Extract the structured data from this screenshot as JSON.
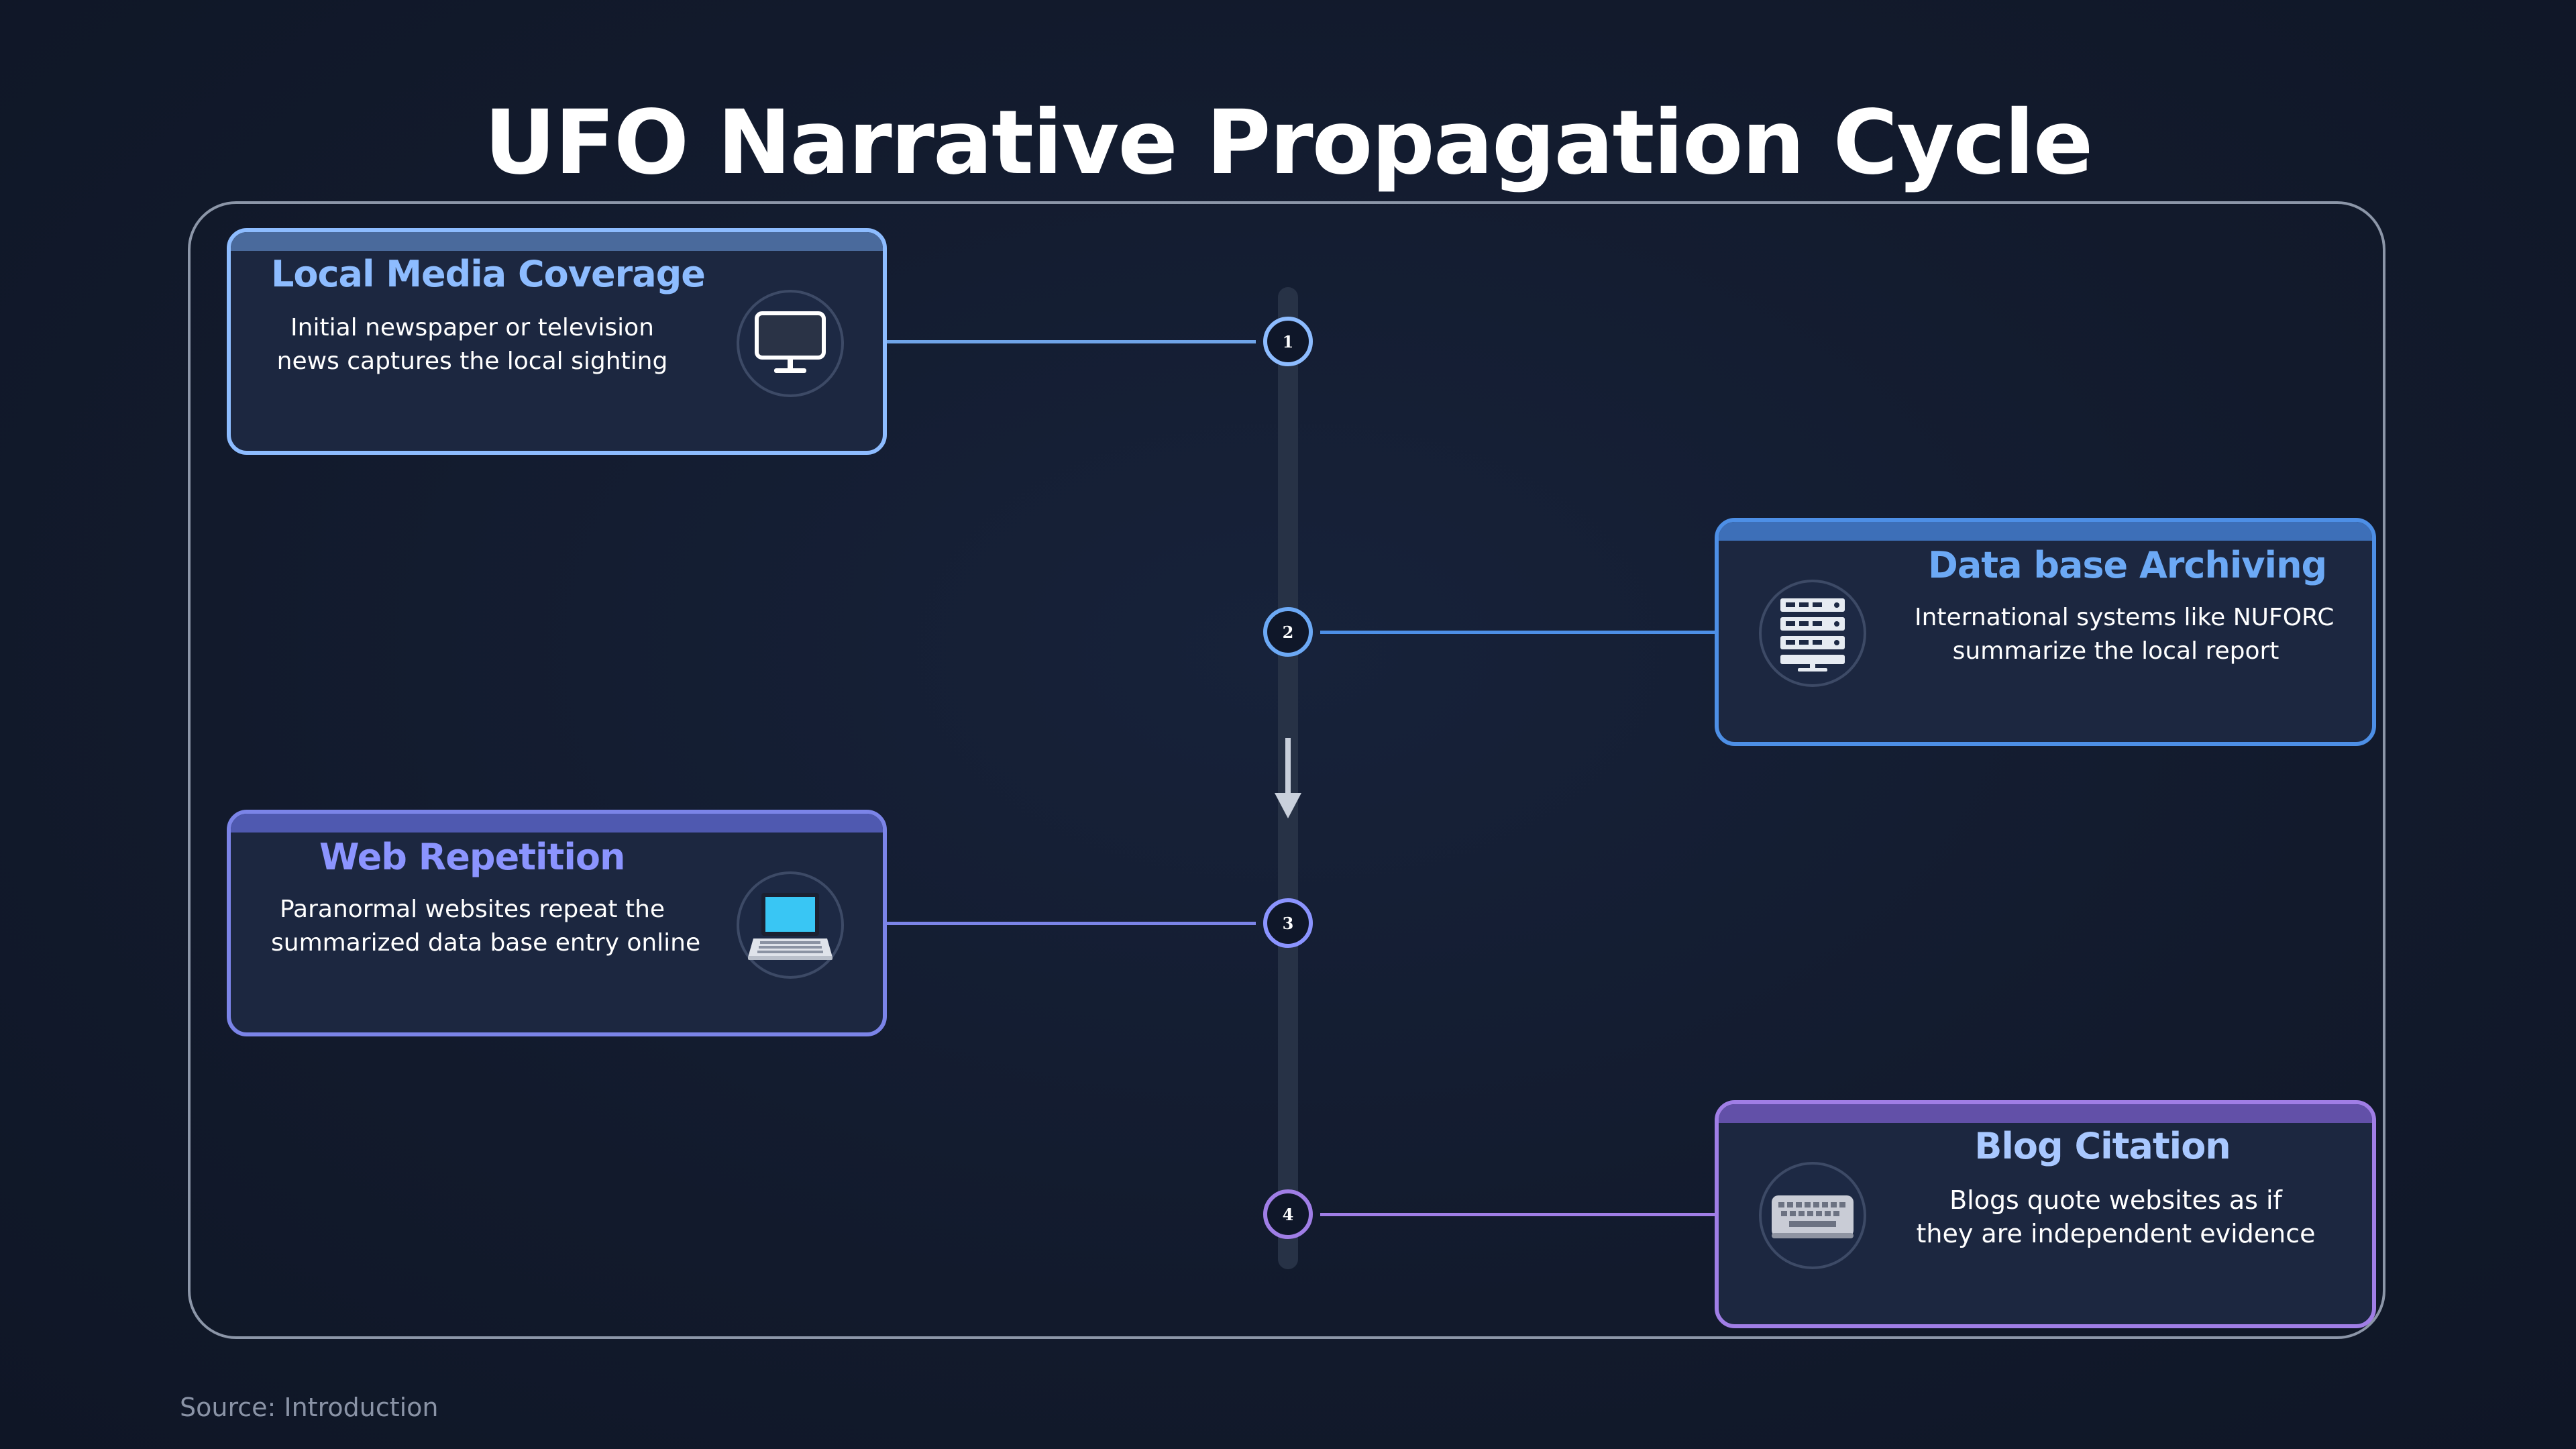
{
  "title": "UFO Narrative Propagation Cycle",
  "source": "Source: Introduction",
  "colors": {
    "step1": "#6fa4e8",
    "step2": "#4d8fe6",
    "step3": "#7b84e8",
    "step4": "#a07ee6",
    "title1": "#8dbcff",
    "title2": "#6ca9f5",
    "title3": "#8b94ff",
    "title4": "#a9c8ff"
  },
  "steps": [
    {
      "number": "1",
      "title": "Local Media Coverage",
      "desc_line1": "Initial newspaper or television",
      "desc_line2": "news captures the local sighting",
      "icon": "monitor-icon"
    },
    {
      "number": "2",
      "title": "Data base Archiving",
      "desc_line1": "International systems like NUFORC",
      "desc_line2": "summarize the local report",
      "icon": "server-rack-icon"
    },
    {
      "number": "3",
      "title": "Web Repetition",
      "desc_line1": "Paranormal websites repeat the",
      "desc_line2": "summarized data base entry online",
      "icon": "laptop-icon"
    },
    {
      "number": "4",
      "title": "Blog Citation",
      "desc_line1": "Blogs quote websites as if",
      "desc_line2": "they are independent evidence",
      "icon": "keyboard-icon"
    }
  ]
}
